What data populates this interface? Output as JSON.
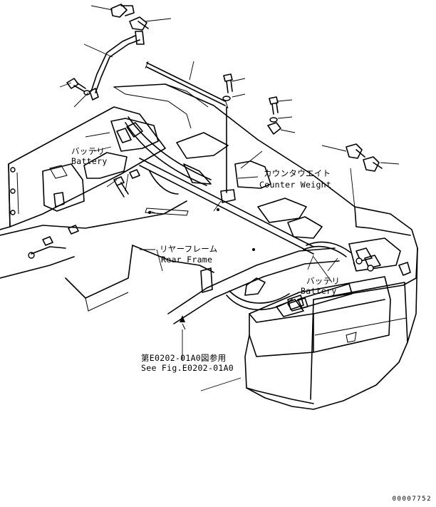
{
  "labels": {
    "battery_left_jp": "バッテリ",
    "battery_left_en": "Battery",
    "counterweight_jp": "カウンタウエイト",
    "counterweight_en": "Counter Weight",
    "rear_frame_jp": "リヤーフレーム",
    "rear_frame_en": "Rear Frame",
    "battery_right_jp": "バッテリ",
    "battery_right_en": "Battery",
    "ref_jp": "第E0202-01A0図参用",
    "ref_en": "See Fig.E0202-01A0"
  },
  "doc_number": "00007752"
}
